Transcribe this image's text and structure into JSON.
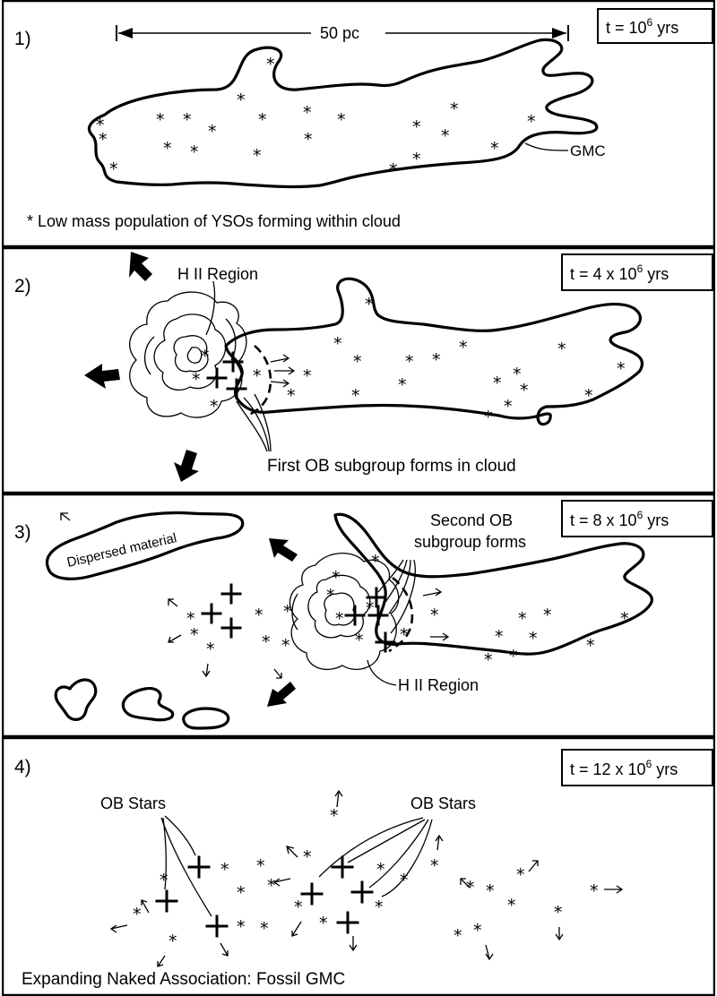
{
  "panels": [
    {
      "number": "1)",
      "time": "t = 10",
      "time_exp": "6",
      "time_unit": " yrs",
      "scale_label": "50 pc",
      "cloud_label": "GMC",
      "caption": "* Low mass population of YSOs forming within cloud"
    },
    {
      "number": "2)",
      "time": "t = 4 x 10",
      "time_exp": "6",
      "time_unit": " yrs",
      "region_label": "H II Region",
      "caption": "First OB subgroup forms in cloud"
    },
    {
      "number": "3)",
      "time": "t = 8 x 10",
      "time_exp": "6",
      "time_unit": " yrs",
      "dispersed_label": "Dispersed material",
      "subgroup_label_1": "Second OB",
      "subgroup_label_2": "subgroup forms",
      "region_label": "H II Region"
    },
    {
      "number": "4)",
      "time": "t = 12 x 10",
      "time_exp": "6",
      "time_unit": " yrs",
      "ob_left_label": "OB Stars",
      "ob_right_label": "OB Stars",
      "caption": "Expanding Naked Association: Fossil GMC"
    }
  ],
  "icons": {
    "star": "asterisk",
    "ob_star": "plus-cross",
    "expansion": "arrow"
  }
}
